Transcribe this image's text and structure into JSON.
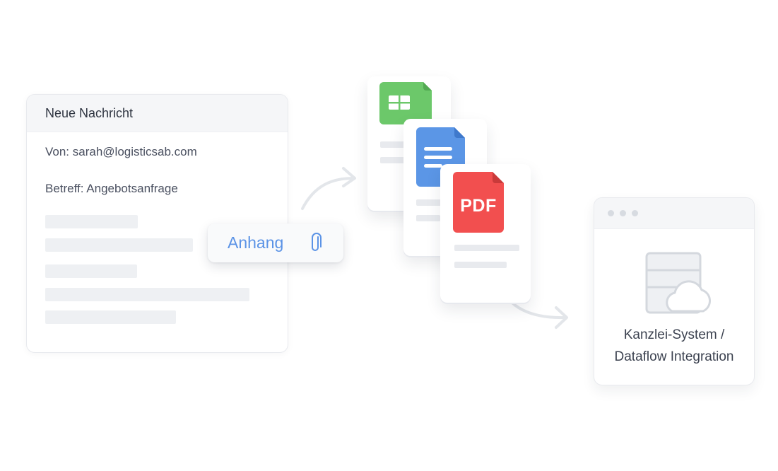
{
  "email": {
    "title": "Neue Nachricht",
    "from": "Von: sarah@logisticsab.com",
    "subject": "Betreff: Angebotsanfrage"
  },
  "attachment": {
    "label": "Anhang",
    "icon": "paperclip-icon"
  },
  "documents": [
    {
      "type": "spreadsheet",
      "icon": "spreadsheet-icon",
      "color": "#6cc86a"
    },
    {
      "type": "text-document",
      "icon": "document-icon",
      "color": "#5b96e6"
    },
    {
      "type": "pdf",
      "icon": "pdf-icon",
      "color": "#f24f4f",
      "label": "PDF"
    }
  ],
  "system": {
    "title_line1": "Kanzlei-System /",
    "title_line2": "Dataflow Integration",
    "icon": "database-cloud-icon"
  },
  "colors": {
    "accent_blue": "#5b93e6",
    "green": "#6cc86a",
    "red": "#f24f4f",
    "arrow": "#e3e6ea"
  }
}
